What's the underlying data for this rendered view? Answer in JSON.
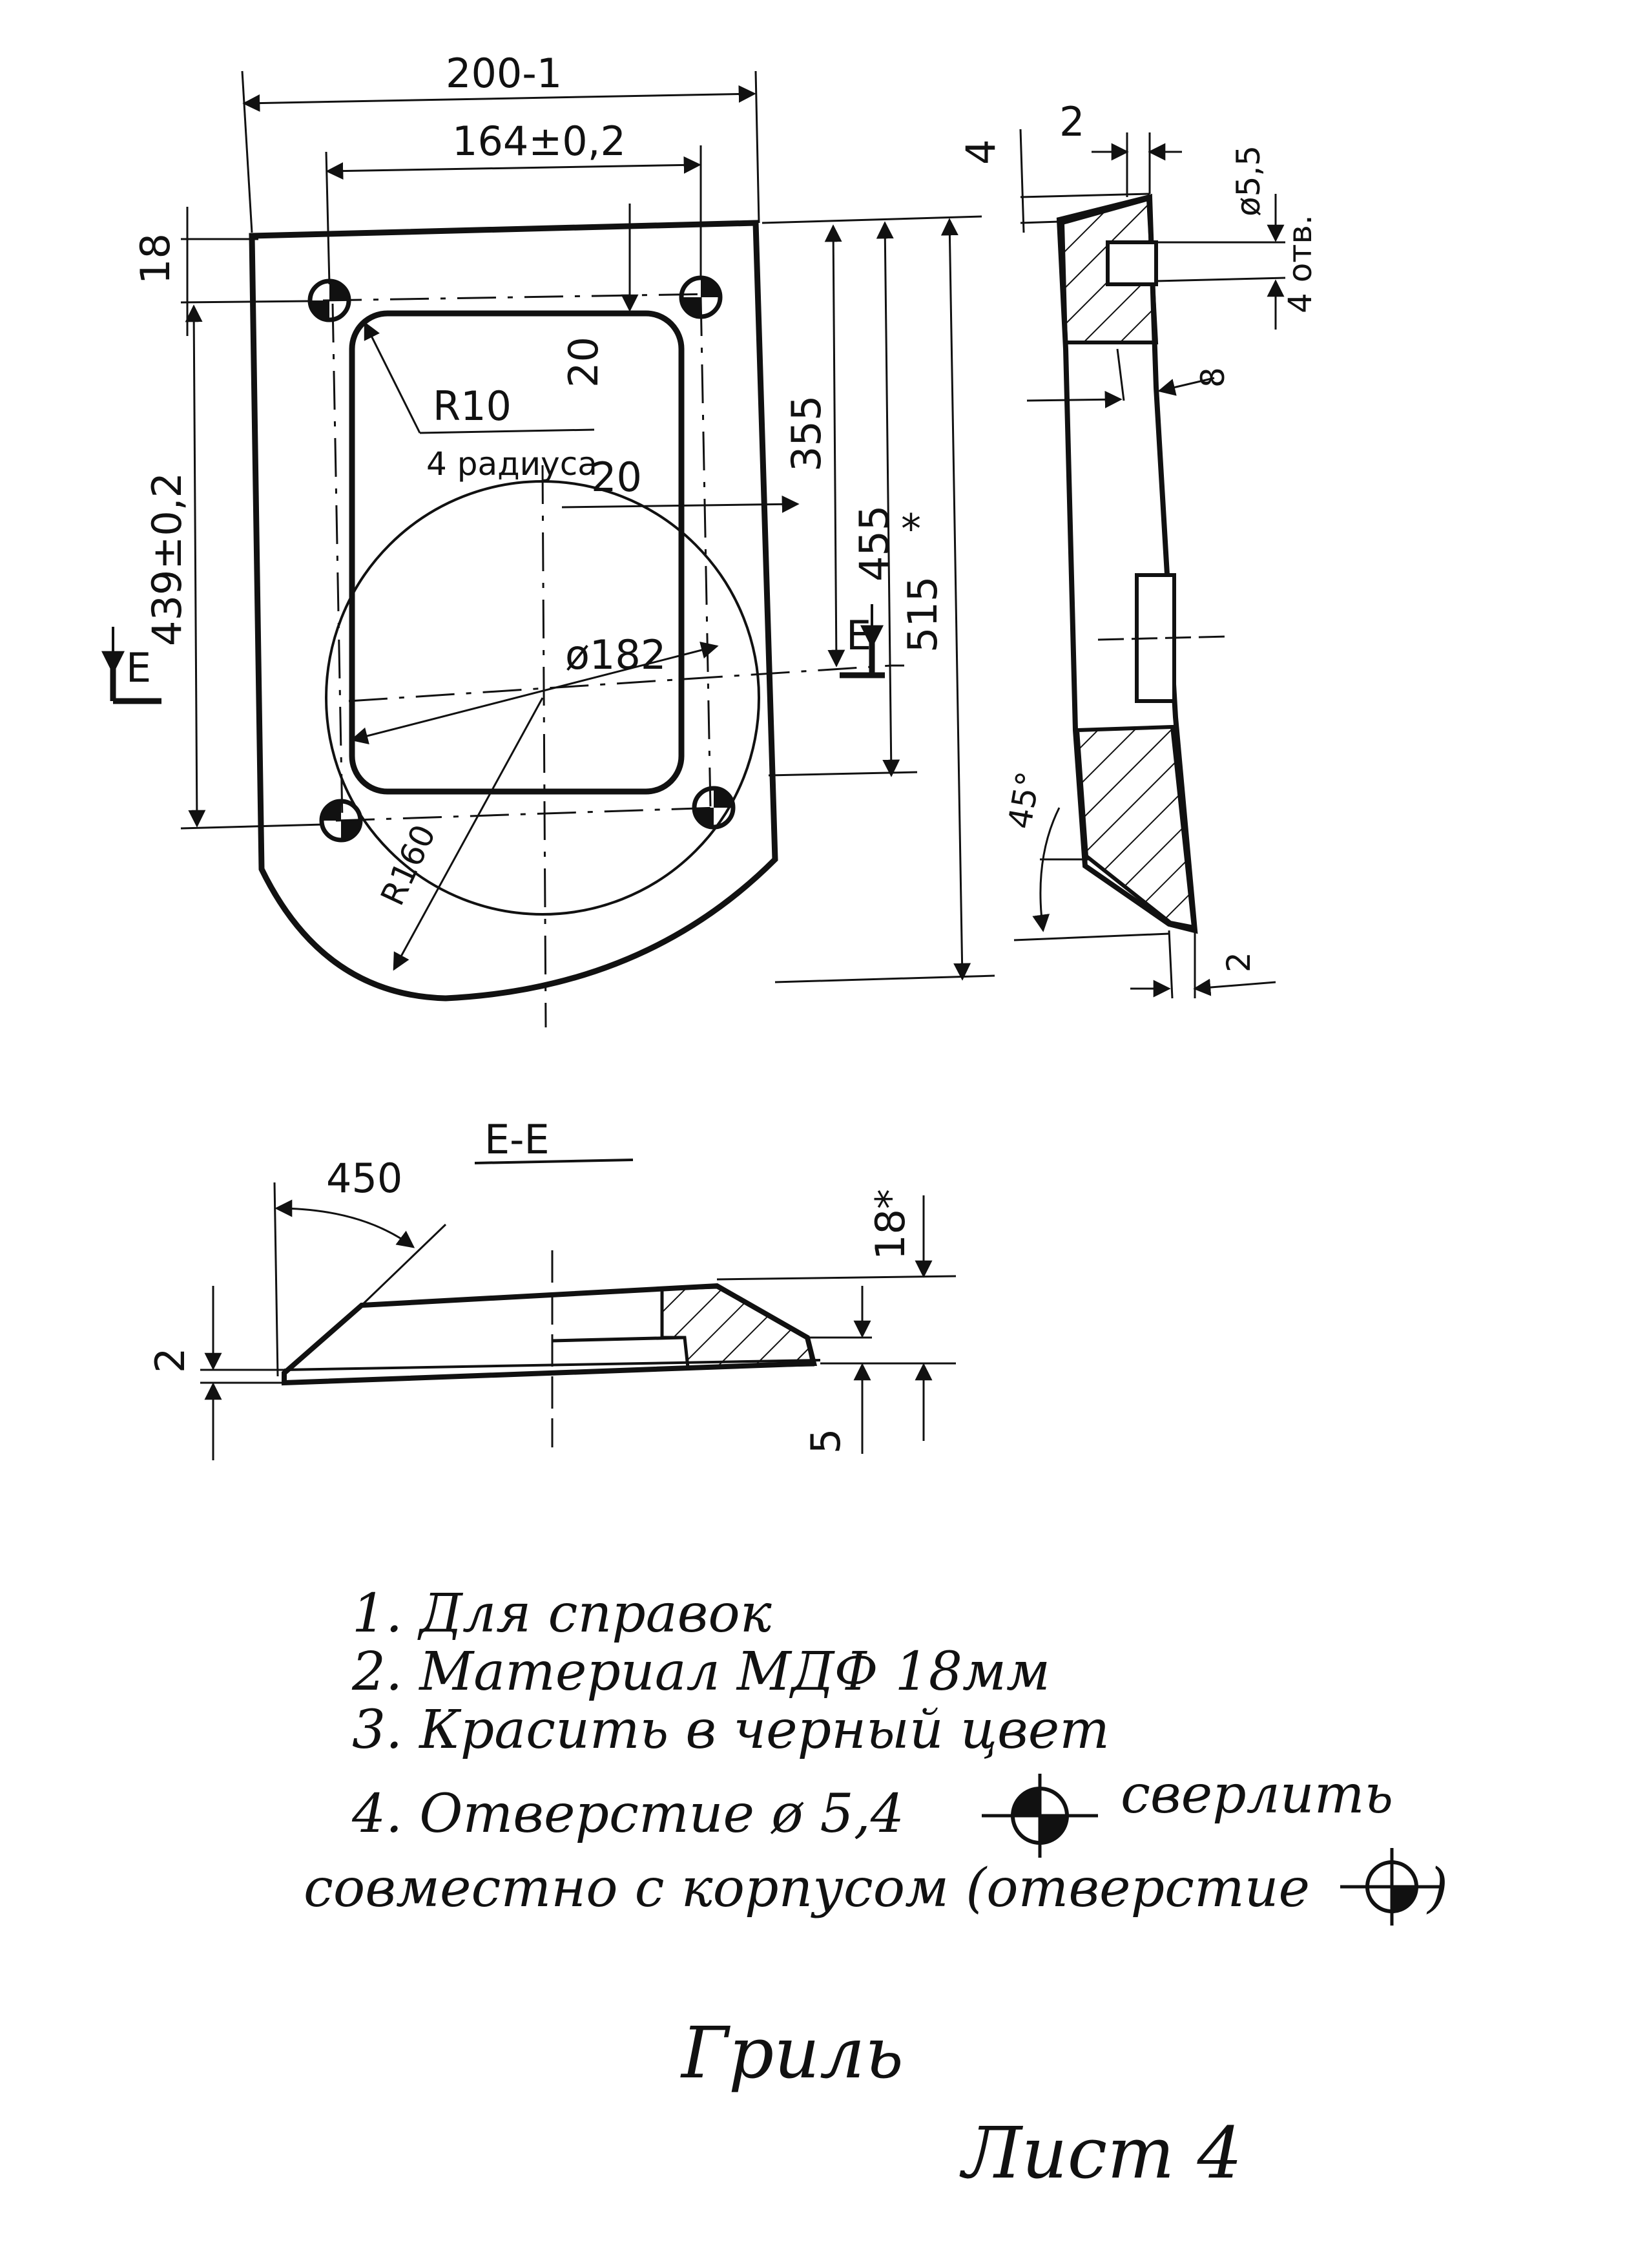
{
  "front_view": {
    "dim_width_overall": "200-1",
    "dim_hole_spacing_x": "164±0,2",
    "dim_top_hole_offset": "18",
    "dim_window_top_margin": "20",
    "dim_corner_radius": "R10",
    "dim_corner_radius_note": "4 радиуса",
    "dim_window_side_margin": "20",
    "dim_355": "355",
    "dim_455": "455",
    "dim_455_star": "*",
    "dim_515": "515",
    "dim_hole_spacing_y": "439±0,2",
    "dim_circle_diameter": "ø182",
    "dim_bottom_radius": "R160",
    "section_mark_left": "E",
    "section_mark_right": "E"
  },
  "side_view": {
    "dim_top_4": "4",
    "dim_top_2": "2",
    "dim_hole_diameter": "ø5,5",
    "dim_hole_count": "4 отв.",
    "dim_8": "8",
    "dim_angle": "45°",
    "dim_bottom_2": "2"
  },
  "section_view": {
    "title": "E-E",
    "dim_angle": "450",
    "dim_thickness": "18*",
    "dim_left_2": "2",
    "dim_right_5": "5"
  },
  "notes": {
    "n1": "1. Для справок",
    "n2": "2. Материал МДФ 18мм",
    "n3": "3. Красить в черный цвет",
    "n4a": "4. Отверстие ø 5,4",
    "n4b": "сверлить",
    "n4c": "совместно с корпусом (отверстие",
    "n4d": ")"
  },
  "title_block": {
    "name": "Гриль",
    "sheet": "Лист 4"
  }
}
